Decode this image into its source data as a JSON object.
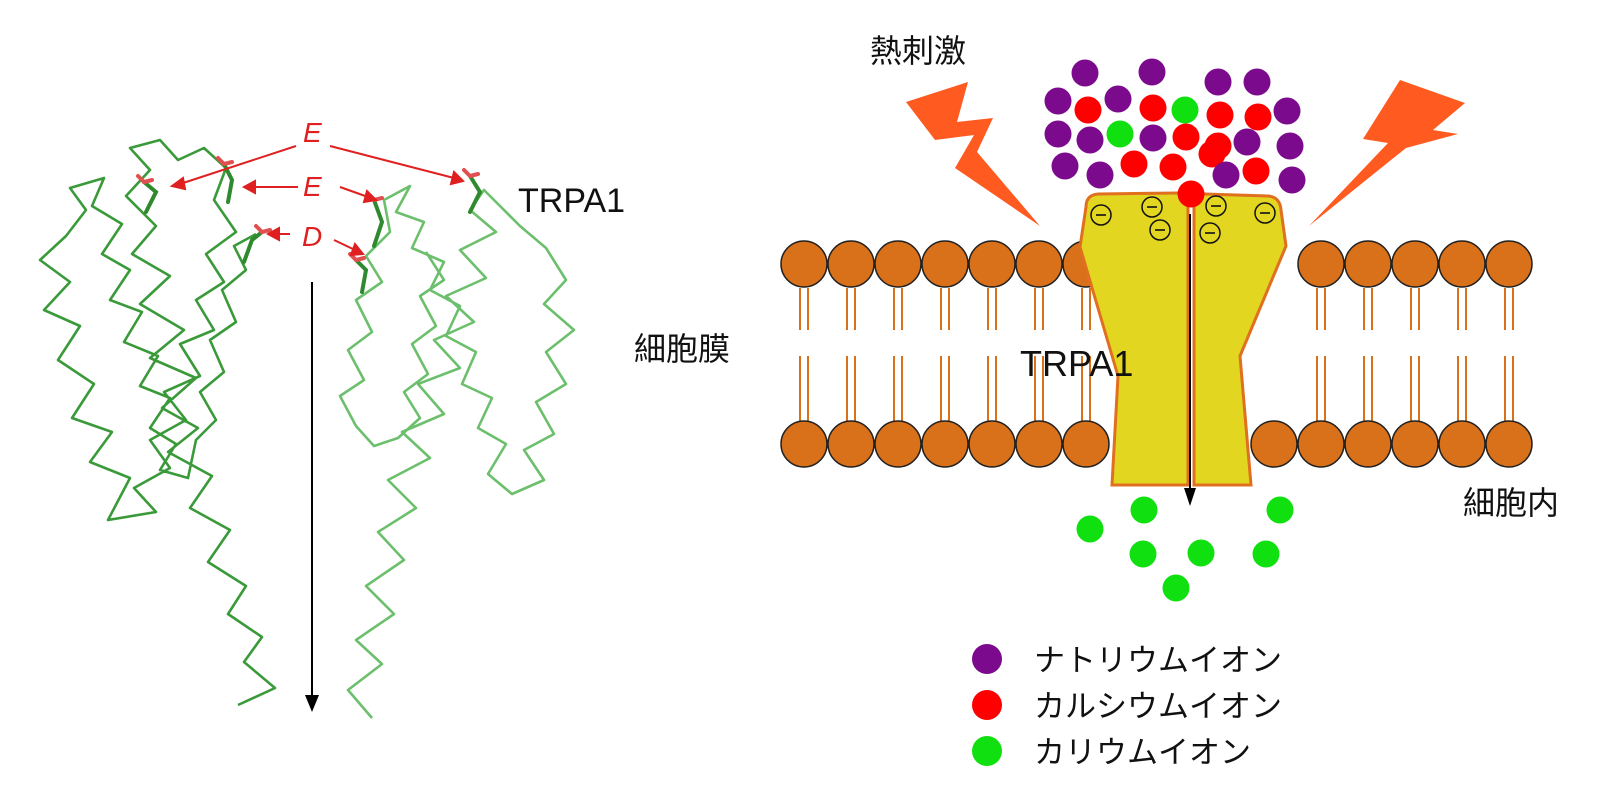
{
  "structure_panel": {
    "protein_label": "TRPA1",
    "residue_labels": [
      {
        "text": "E"
      },
      {
        "text": "E"
      },
      {
        "text": "D"
      }
    ],
    "colors": {
      "backbone": "#3a9a3a",
      "backbone_light": "#7ec97e",
      "annotation": "#e02020",
      "arrow": "#000000"
    }
  },
  "membrane_panel": {
    "stimulus_label": "熱刺激",
    "membrane_label": "細胞膜",
    "intracellular_label": "細胞内",
    "channel_label": "TRPA1",
    "negative_charge_symbol": "−",
    "colors": {
      "lipid_head": "#d9701a",
      "lipid_tail": "#d9701a",
      "channel_fill": "#e2d621",
      "channel_stroke": "#e07020",
      "lightning": "#ff5a1f"
    }
  },
  "legend": {
    "items": [
      {
        "label": "ナトリウムイオン",
        "color": "#7b0a8c"
      },
      {
        "label": "カルシウムイオン",
        "color": "#ff0000"
      },
      {
        "label": "カリウムイオン",
        "color": "#10e010"
      }
    ]
  }
}
